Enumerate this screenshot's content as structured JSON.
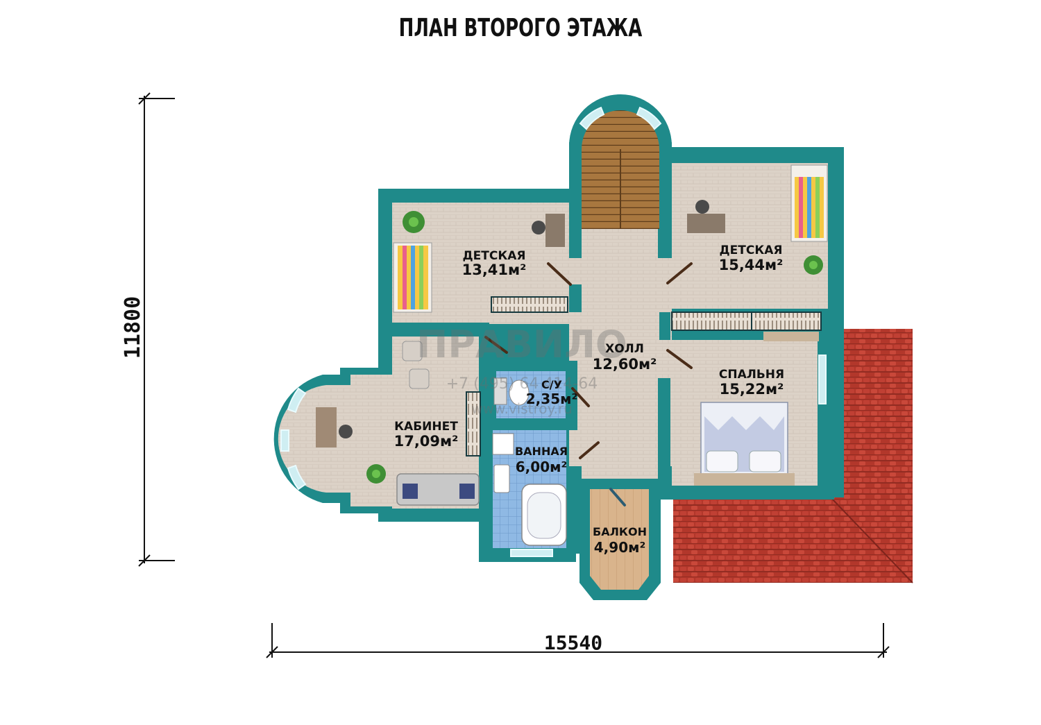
{
  "title": "ПЛАН ВТОРОГО ЭТАЖА",
  "dimensions": {
    "width": "15540",
    "height": "11800"
  },
  "rooms": [
    {
      "name": "ДЕТСКАЯ",
      "area": "13,41м²"
    },
    {
      "name": "ДЕТСКАЯ",
      "area": "15,44м²"
    },
    {
      "name": "ХОЛЛ",
      "area": "12,60м²"
    },
    {
      "name": "С/У",
      "area": "2,35м²"
    },
    {
      "name": "СПАЛЬНЯ",
      "area": "15,22м²"
    },
    {
      "name": "КАБИНЕТ",
      "area": "17,09м²"
    },
    {
      "name": "ВАННАЯ",
      "area": "6,00м²"
    },
    {
      "name": "БАЛКОН",
      "area": "4,90м²"
    }
  ],
  "watermark": {
    "logo": "ПРАВИЛО",
    "phone": "+7 (495) 64 414-64",
    "site": "www.vistroy.ru"
  },
  "colors": {
    "wall": "#1f8a8a",
    "wall_dark": "#16393e",
    "floor": "#ddd3c8",
    "roof": "#b73a2c",
    "tile": "#8db8e3",
    "stairs": "#9a6b3b"
  }
}
